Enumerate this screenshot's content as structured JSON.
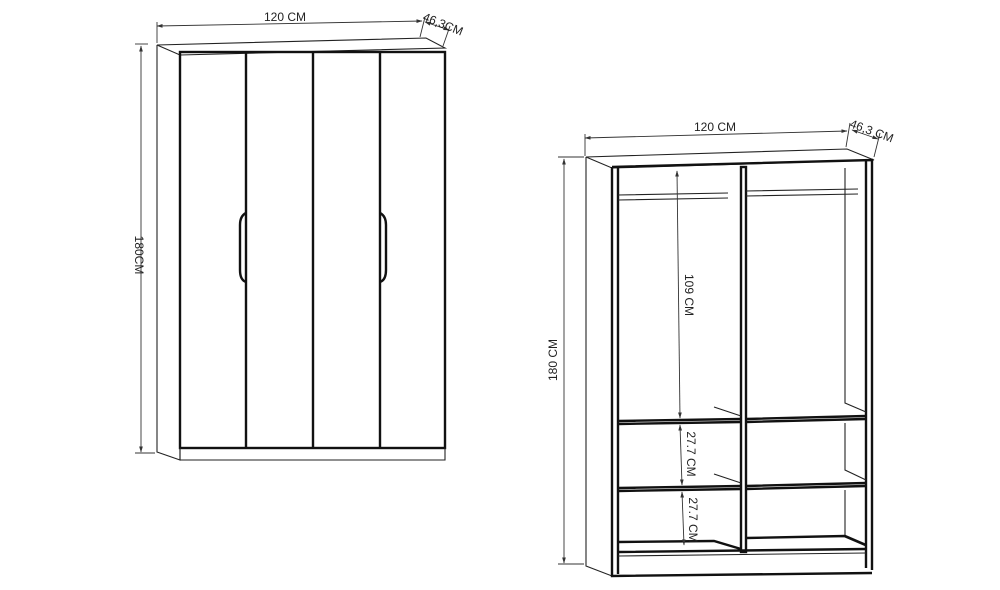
{
  "closed_wardrobe": {
    "width_label": "120 CM",
    "depth_label": "46,3CM",
    "height_label": "180CM",
    "door_count": 4
  },
  "open_wardrobe": {
    "width_label": "120 CM",
    "depth_label": "46,3 CM",
    "height_label": "180 CM",
    "hanging_space_label": "109 CM",
    "shelf_gap_label_1": "27.7 CM",
    "shelf_gap_label_2": "27.7 CM"
  },
  "colors": {
    "line": "#111111",
    "background": "#ffffff"
  }
}
